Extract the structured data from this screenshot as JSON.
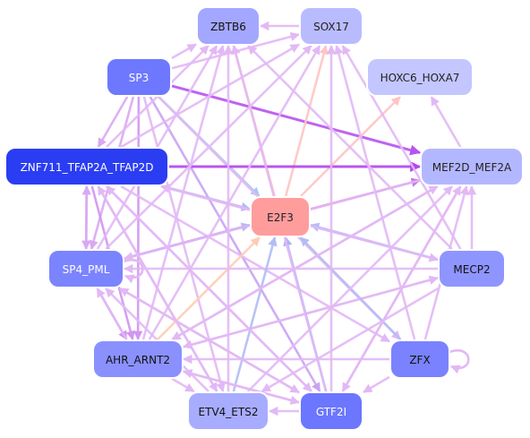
{
  "diagram": {
    "type": "network",
    "nodes": [
      {
        "id": "E2F3",
        "label": "E2F3",
        "fill": "#ff9d9d",
        "text": "#222222"
      },
      {
        "id": "ZBTB6",
        "label": "ZBTB6",
        "fill": "#a3a7ff",
        "text": "#111111"
      },
      {
        "id": "SOX17",
        "label": "SOX17",
        "fill": "#b9bbff",
        "text": "#222222"
      },
      {
        "id": "SP3",
        "label": "SP3",
        "fill": "#6e78ff",
        "text": "#ffffff"
      },
      {
        "id": "HOXC6_HOXA7",
        "label": "HOXC6_HOXA7",
        "fill": "#c3c6ff",
        "text": "#222222"
      },
      {
        "id": "ZNF711",
        "label": "ZNF711_TFAP2A_TFAP2D",
        "fill": "#2b3df2",
        "text": "#ffffff"
      },
      {
        "id": "MEF2D",
        "label": "MEF2D_MEF2A",
        "fill": "#b3b7ff",
        "text": "#222222"
      },
      {
        "id": "SP4_PML",
        "label": "SP4_PML",
        "fill": "#7b84ff",
        "text": "#ffffff"
      },
      {
        "id": "MECP2",
        "label": "MECP2",
        "fill": "#8e95ff",
        "text": "#111111"
      },
      {
        "id": "AHR",
        "label": "AHR_ARNT2",
        "fill": "#8a91ff",
        "text": "#111111"
      },
      {
        "id": "ZFX",
        "label": "ZFX",
        "fill": "#7a82ff",
        "text": "#111111"
      },
      {
        "id": "ETV4",
        "label": "ETV4_ETS2",
        "fill": "#a7acff",
        "text": "#111111"
      },
      {
        "id": "GTF2I",
        "label": "GTF2I",
        "fill": "#6c76ff",
        "text": "#ffffff"
      }
    ],
    "edges": [
      {
        "from": "SP3",
        "to": "ZBTB6",
        "color": "#e2b8f5"
      },
      {
        "from": "SP3",
        "to": "SOX17",
        "color": "#e2b8f5"
      },
      {
        "from": "SP3",
        "to": "MEF2D",
        "color": "#b852ee"
      },
      {
        "from": "SP3",
        "to": "E2F3",
        "color": "#a9c8ee"
      },
      {
        "from": "SP3",
        "to": "ZNF711",
        "color": "#d9a8f2"
      },
      {
        "from": "SP3",
        "to": "SP4_PML",
        "color": "#d9a8f2"
      },
      {
        "from": "SP3",
        "to": "AHR",
        "color": "#d196f0"
      },
      {
        "from": "SP3",
        "to": "GTF2I",
        "color": "#c9a3f2"
      },
      {
        "from": "SP3",
        "to": "ETV4",
        "color": "#e2b8f5"
      },
      {
        "from": "SP3",
        "to": "ZFX",
        "color": "#e2b8f5"
      },
      {
        "from": "SOX17",
        "to": "ZBTB6",
        "color": "#e2b8f5"
      },
      {
        "from": "E2F3",
        "to": "ZBTB6",
        "color": "#ffc4c4"
      },
      {
        "from": "E2F3",
        "to": "SOX17",
        "color": "#ffc4c4"
      },
      {
        "from": "E2F3",
        "to": "HOXC6_HOXA7",
        "color": "#ffc4c4"
      },
      {
        "from": "E2F3",
        "to": "MEF2D",
        "color": "#ffc4c4"
      },
      {
        "from": "ZNF711",
        "to": "MEF2D",
        "color": "#b045ec"
      },
      {
        "from": "ZNF711",
        "to": "E2F3",
        "color": "#b3bdf4"
      },
      {
        "from": "ZNF711",
        "to": "ZBTB6",
        "color": "#e2b8f5"
      },
      {
        "from": "ZNF711",
        "to": "SOX17",
        "color": "#e2b8f5"
      },
      {
        "from": "ZNF711",
        "to": "SP4_PML",
        "color": "#d9a8f2"
      },
      {
        "from": "ZNF711",
        "to": "AHR",
        "color": "#d196f0"
      },
      {
        "from": "ZNF711",
        "to": "ETV4",
        "color": "#e2b8f5"
      },
      {
        "from": "ZNF711",
        "to": "GTF2I",
        "color": "#e2b8f5"
      },
      {
        "from": "ZNF711",
        "to": "MECP2",
        "color": "#e2b8f5"
      },
      {
        "from": "ZNF711",
        "to": "ZFX",
        "color": "#e2b8f5"
      },
      {
        "from": "SP4_PML",
        "to": "E2F3",
        "color": "#b3bdf4"
      },
      {
        "from": "SP4_PML",
        "to": "MEF2D",
        "color": "#c47af0"
      },
      {
        "from": "SP4_PML",
        "to": "ZNF711",
        "color": "#d9a8f2"
      },
      {
        "from": "SP4_PML",
        "to": "AHR",
        "color": "#d196f0"
      },
      {
        "from": "SP4_PML",
        "to": "GTF2I",
        "color": "#e2b8f5"
      },
      {
        "from": "SP4_PML",
        "to": "ZBTB6",
        "color": "#e2b8f5"
      },
      {
        "from": "SP4_PML",
        "to": "SOX17",
        "color": "#e2b8f5"
      },
      {
        "from": "MECP2",
        "to": "E2F3",
        "color": "#b3bdf4"
      },
      {
        "from": "MECP2",
        "to": "MEF2D",
        "color": "#e2b8f5"
      },
      {
        "from": "MECP2",
        "to": "SP4_PML",
        "color": "#e2b8f5"
      },
      {
        "from": "MECP2",
        "to": "AHR",
        "color": "#e2b8f5"
      },
      {
        "from": "MECP2",
        "to": "ETV4",
        "color": "#e2b8f5"
      },
      {
        "from": "MECP2",
        "to": "ZBTB6",
        "color": "#e2b8f5"
      },
      {
        "from": "MECP2",
        "to": "SOX17",
        "color": "#e2b8f5"
      },
      {
        "from": "MECP2",
        "to": "ZNF711",
        "color": "#e2b8f5"
      },
      {
        "from": "AHR",
        "to": "E2F3",
        "color": "#ffccb3"
      },
      {
        "from": "AHR",
        "to": "MEF2D",
        "color": "#e2b8f5"
      },
      {
        "from": "AHR",
        "to": "ZBTB6",
        "color": "#e2b8f5"
      },
      {
        "from": "AHR",
        "to": "SOX17",
        "color": "#e2b8f5"
      },
      {
        "from": "AHR",
        "to": "GTF2I",
        "color": "#e2b8f5"
      },
      {
        "from": "AHR",
        "to": "ETV4",
        "color": "#e2b8f5"
      },
      {
        "from": "AHR",
        "to": "SP4_PML",
        "color": "#e2b8f5"
      },
      {
        "from": "AHR",
        "to": "MECP2",
        "color": "#e2b8f5"
      },
      {
        "from": "ZFX",
        "to": "E2F3",
        "color": "#b3bdf4"
      },
      {
        "from": "ZFX",
        "to": "MEF2D",
        "color": "#e2b8f5"
      },
      {
        "from": "ZFX",
        "to": "SOX17",
        "color": "#e2b8f5"
      },
      {
        "from": "ZFX",
        "to": "GTF2I",
        "color": "#e2b8f5"
      },
      {
        "from": "ZFX",
        "to": "AHR",
        "color": "#e2b8f5"
      },
      {
        "from": "ETV4",
        "to": "E2F3",
        "color": "#b3bdf4"
      },
      {
        "from": "ETV4",
        "to": "ZBTB6",
        "color": "#e2b8f5"
      },
      {
        "from": "ETV4",
        "to": "MEF2D",
        "color": "#e2b8f5"
      },
      {
        "from": "ETV4",
        "to": "SP4_PML",
        "color": "#e2b8f5"
      },
      {
        "from": "ETV4",
        "to": "ZNF711",
        "color": "#e2b8f5"
      },
      {
        "from": "GTF2I",
        "to": "E2F3",
        "color": "#a9b5f4"
      },
      {
        "from": "GTF2I",
        "to": "ETV4",
        "color": "#e2b8f5"
      },
      {
        "from": "GTF2I",
        "to": "MEF2D",
        "color": "#e2b8f5"
      },
      {
        "from": "GTF2I",
        "to": "ZBTB6",
        "color": "#e2b8f5"
      },
      {
        "from": "GTF2I",
        "to": "SOX17",
        "color": "#e2b8f5"
      },
      {
        "from": "GTF2I",
        "to": "SP4_PML",
        "color": "#e2b8f5"
      },
      {
        "from": "GTF2I",
        "to": "ZNF711",
        "color": "#e2b8f5"
      },
      {
        "from": "GTF2I",
        "to": "AHR",
        "color": "#e2b8f5"
      },
      {
        "from": "MEF2D",
        "to": "HOXC6_HOXA7",
        "color": "#e2b8f5"
      },
      {
        "from": "MEF2D",
        "to": "SP4_PML",
        "color": "#e2b8f5"
      },
      {
        "from": "MEF2D",
        "to": "AHR",
        "color": "#e2b8f5"
      },
      {
        "from": "MEF2D",
        "to": "GTF2I",
        "color": "#e2b8f5"
      }
    ],
    "self_loops": [
      {
        "node": "ZFX",
        "color": "#e2b8f5"
      },
      {
        "node": "SP4_PML",
        "color": "#e2b8f5"
      }
    ]
  }
}
